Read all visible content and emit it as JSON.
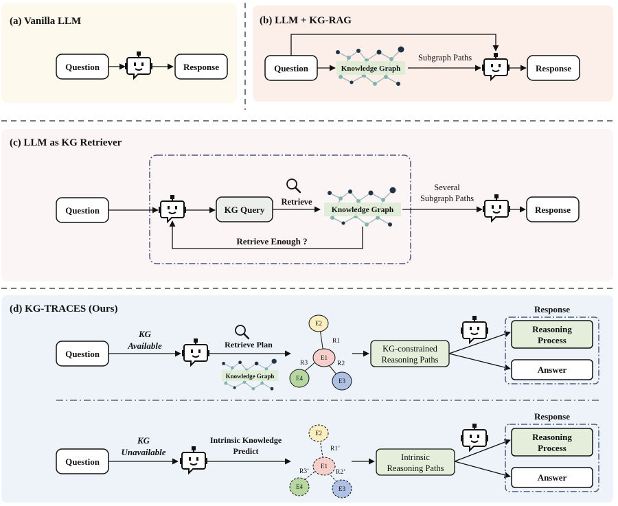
{
  "panels": {
    "a": {
      "title": "(a) Vanilla LLM",
      "question": "Question",
      "response": "Response"
    },
    "b": {
      "title": "(b) LLM + KG-RAG",
      "question": "Question",
      "kg": "Knowledge Graph",
      "paths": "Subgraph Paths",
      "response": "Response"
    },
    "c": {
      "title": "(c) LLM as KG Retriever",
      "question": "Question",
      "kg_query": "KG Query",
      "retrieve": "Retrieve",
      "kg": "Knowledge Graph",
      "several_1": "Several",
      "several_2": "Subgraph Paths",
      "enough": "Retrieve Enough ?",
      "response": "Response"
    },
    "d": {
      "title": "(d) KG-TRACES (Ours)",
      "top": {
        "question": "Question",
        "kg_1": "KG",
        "kg_2": "Available",
        "retrieve_plan": "Retrieve Plan",
        "kg": "Knowledge Graph",
        "e1": "E1",
        "e2": "E2",
        "e3": "E3",
        "e4": "E4",
        "r1": "R1",
        "r2": "R2",
        "r3": "R3",
        "paths_1": "KG-constrained",
        "paths_2": "Reasoning Paths",
        "response_label": "Response",
        "reasoning_1": "Reasoning",
        "reasoning_2": "Process",
        "answer": "Answer"
      },
      "bottom": {
        "question": "Question",
        "kg_1": "KG",
        "kg_2": "Unavailable",
        "predict_1": "Intrinsic Knowledge",
        "predict_2": "Predict",
        "e1": "E1",
        "e2": "E2",
        "e3": "E3",
        "e4": "E4",
        "r1": "R1’",
        "r2": "R2’",
        "r3": "R3’",
        "paths_1": "Intrinsic",
        "paths_2": "Reasoning Paths",
        "response_label": "Response",
        "reasoning_1": "Reasoning",
        "reasoning_2": "Process",
        "answer": "Answer"
      }
    }
  },
  "colors": {
    "panel_a_bg": "#fdf9ec",
    "panel_b_bg": "#fcefea",
    "panel_c_bg": "#fcf5f5",
    "panel_d_bg": "#eef3f9",
    "kg_highlight": "#dcebd3",
    "node_yellow": "#fbefc0",
    "node_pink": "#f6cfcb",
    "node_green": "#b7d7a0",
    "node_blue": "#aec0e3",
    "reasoning_fill": "#e4eedb"
  }
}
